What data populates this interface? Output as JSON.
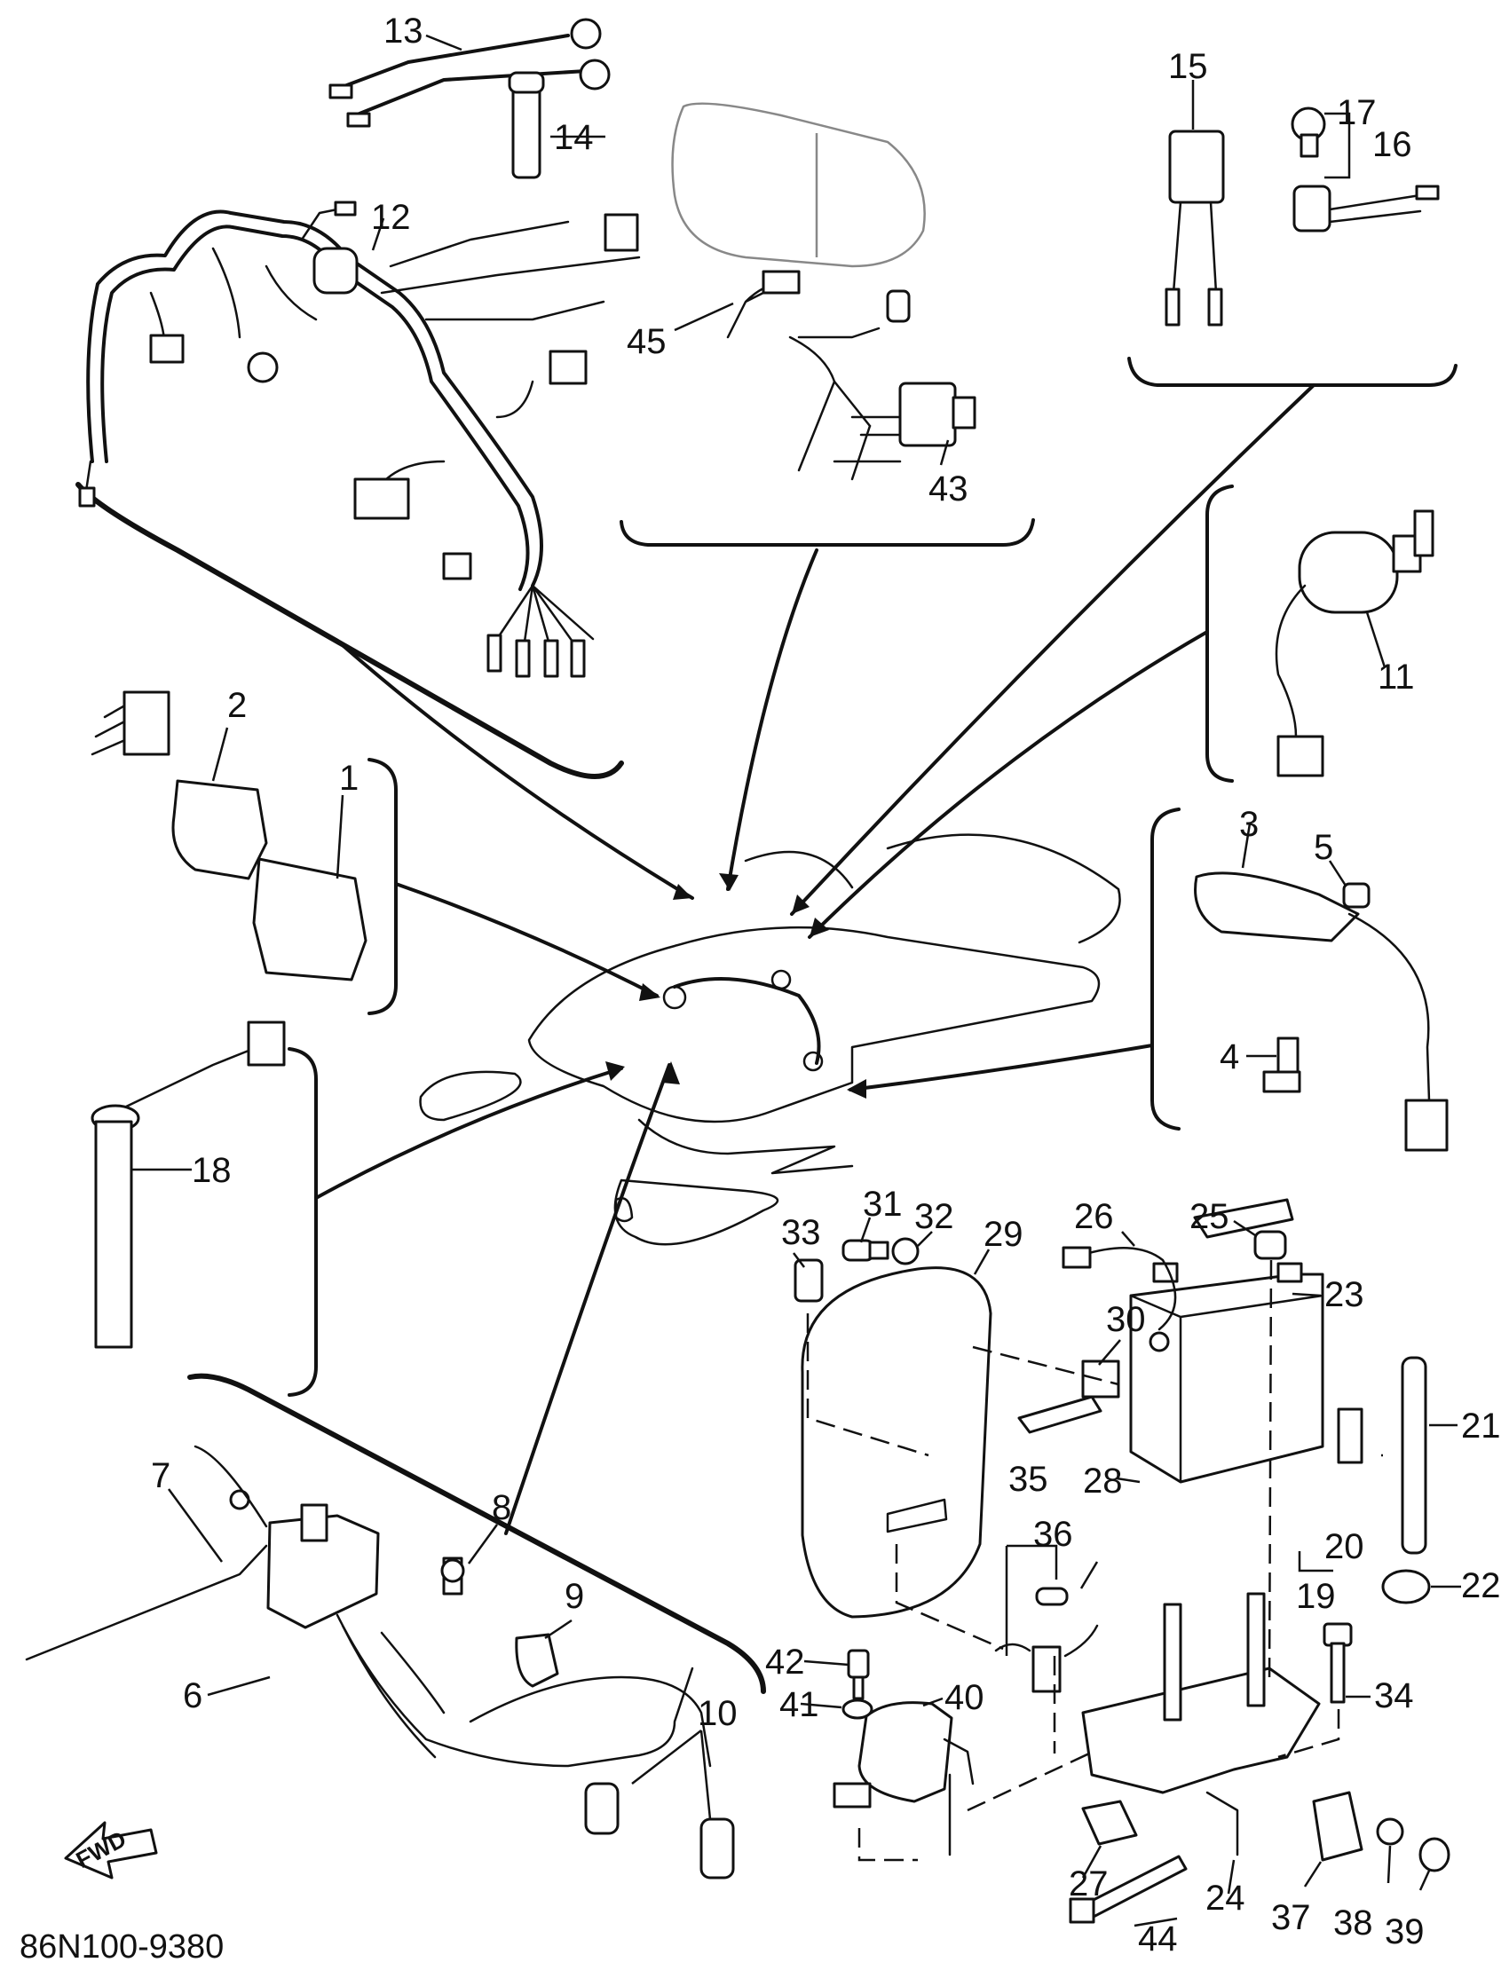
{
  "diagram": {
    "diagram_code": "86N100-9380",
    "direction_label": "FWD",
    "callouts": {
      "c1": "1",
      "c2": "2",
      "c3": "3",
      "c4": "4",
      "c5": "5",
      "c6": "6",
      "c7": "7",
      "c8": "8",
      "c9": "9",
      "c10": "10",
      "c11": "11",
      "c12": "12",
      "c13": "13",
      "c14": "14",
      "c15": "15",
      "c16": "16",
      "c17": "17",
      "c18": "18",
      "c19": "19",
      "c20": "20",
      "c21": "21",
      "c22": "22",
      "c23": "23",
      "c24": "24",
      "c25": "25",
      "c26": "26",
      "c27": "27",
      "c28": "28",
      "c29": "29",
      "c30": "30",
      "c31": "31",
      "c32": "32",
      "c33": "33",
      "c34": "34",
      "c35": "35",
      "c36": "36",
      "c37": "37",
      "c38": "38",
      "c39": "39",
      "c40": "40",
      "c41": "41",
      "c42": "42",
      "c43": "43",
      "c44": "44",
      "c45": "45"
    }
  }
}
